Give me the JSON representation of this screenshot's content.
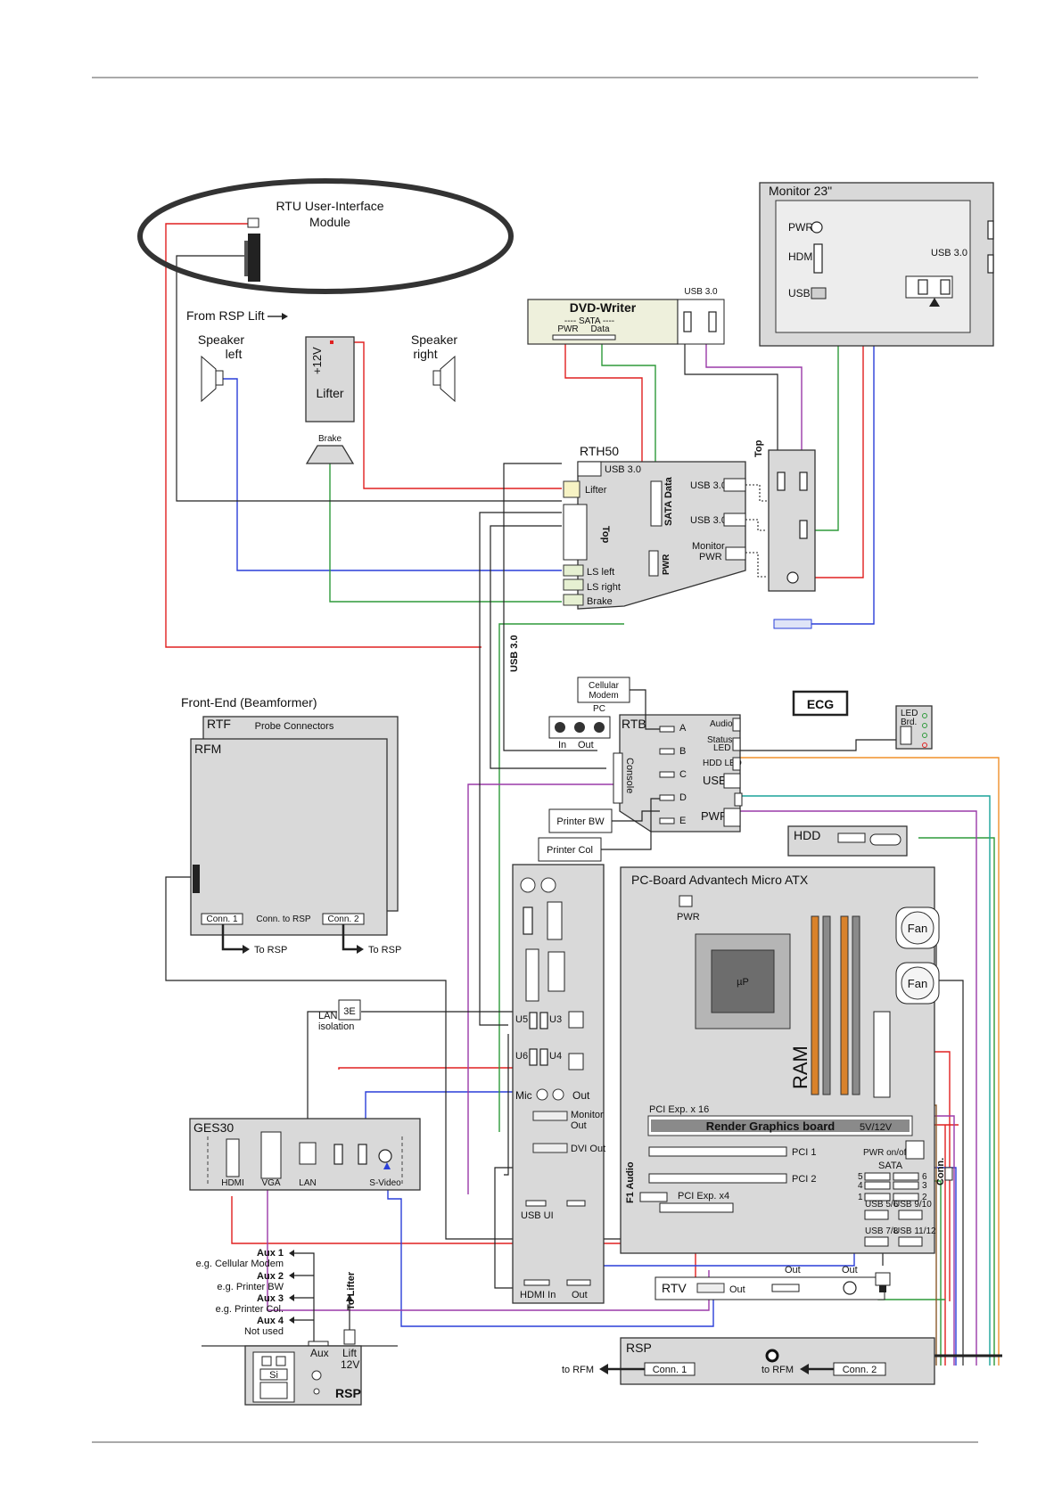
{
  "labels": {
    "rtu": "RTU User-Interface",
    "rtu2": "Module",
    "from_rsp_lift": "From RSP Lift",
    "speaker_left": "Speaker",
    "speaker_left2": "left",
    "speaker_right": "Speaker",
    "speaker_right2": "right",
    "plus12v": "+12V",
    "lifter": "Lifter",
    "brake": "Brake",
    "dvd_writer": "DVD-Writer",
    "sata_top": "---- SATA ----",
    "pwr_small": "PWR",
    "data_small": "Data",
    "usb30_dvd": "USB 3.0",
    "monitor": "Monitor 23\"",
    "pwr": "PWR",
    "hdmi": "HDMI",
    "usb": "USB",
    "usb30_mon": "USB 3.0",
    "rth50": "RTH50",
    "rth_usb30": "USB 3.0",
    "rth_lifter": "Lifter",
    "rth_top": "Top",
    "sata_data": "SATA Data",
    "pwr_rot": "PWR",
    "ls_left": "LS left",
    "ls_right": "LS right",
    "rth_brake": "Brake",
    "usb30_a": "USB 3.0",
    "usb30_b": "USB 3.0",
    "monitor_pwr": "Monitor",
    "monitor_pwr2": "PWR",
    "hub_top": "Top",
    "usb30_vertical": "USB 3.0",
    "cellular": "Cellular",
    "cellular2": "Modem",
    "ecg": "ECG",
    "led_brd": "LED",
    "led_brd2": "Brd.",
    "pc": "PC",
    "in": "In",
    "out": "Out",
    "rtb": "RTB",
    "console": "Console",
    "rtb_a": "A",
    "rtb_b": "B",
    "rtb_c": "C",
    "rtb_d": "D",
    "rtb_e": "E",
    "audio": "Audio",
    "status_led": "Status",
    "status_led2": "LED",
    "hdd_led": "HDD LED",
    "rtb_usb": "USB",
    "rtb_pwr": "PWR",
    "printer_bw": "Printer BW",
    "printer_col": "Printer Col",
    "hdd": "HDD",
    "front_end": "Front-End (Beamformer)",
    "rtf": "RTF",
    "probe_connectors": "Probe Connectors",
    "rfm": "RFM",
    "conn1": "Conn. 1",
    "conn_to_rsp": "Conn. to RSP",
    "conn2": "Conn. 2",
    "to_rsp1": "To RSP",
    "to_rsp2": "To RSP",
    "pc_board": "PC-Board Advantech Micro ATX",
    "pcb_pwr": "PWR",
    "up": "µP",
    "fan1": "Fan",
    "fan2": "Fan",
    "ram": "RAM",
    "pci_x16": "PCI Exp. x 16",
    "render": "Render Graphics board",
    "v5_12": "5V/12V",
    "pci1": "PCI 1",
    "pci2": "PCI 2",
    "pwr_onoff": "PWR on/off",
    "sata": "SATA",
    "conn_rot": "Conn.",
    "f1_audio": "F1 Audio",
    "pci_x4": "PCI Exp. x4",
    "usb56": "USB 5/6",
    "usb910": "USB 9/10",
    "usb78": "USB 7/8",
    "usb1112": "USB 11/12",
    "sata_5": "5",
    "sata_6": "6",
    "sata_4": "4",
    "sata_3": "3",
    "sata_1": "1",
    "sata_2": "2",
    "lan_isolation": "LAN",
    "lan_isolation2": "isolation",
    "u5": "U5",
    "u3": "U3",
    "u6": "U6",
    "u4": "U4",
    "mic": "Mic",
    "io_out": "Out",
    "monitor_out": "Monitor",
    "monitor_out2": "Out",
    "dvi_out": "DVI Out",
    "usb_ui": "USB UI",
    "hdmi_in": "HDMI In",
    "hdmi_out": "Out",
    "ges30": "GES30",
    "ges_hdmi": "HDMI",
    "ges_vga": "VGA",
    "ges_lan": "LAN",
    "ges_svideo": "S-Video",
    "rtv": "RTV",
    "rtv_out1": "Out",
    "rtv_out2": "Out",
    "rtv_out3": "Out",
    "aux1": "Aux 1",
    "aux1_eg": "e.g. Cellular Modem",
    "aux2": "Aux 2",
    "aux2_eg": "e.g. Printer BW",
    "aux3": "Aux 3",
    "aux3_eg": "e.g. Printer Col.",
    "aux4": "Aux 4",
    "aux4_eg": "Not used",
    "to_lifter": "To Lifter",
    "aux": "Aux",
    "lift": "Lift",
    "lift12v": "12V",
    "rsp_small": "RSP",
    "si": "Si",
    "rsp": "RSP",
    "rsp_conn1": "Conn. 1",
    "rsp_conn2": "Conn. 2",
    "to_rfm1": "to RFM",
    "to_rfm2": "to RFM"
  },
  "colors": {
    "red": "#e02020",
    "blue": "#2a3fd8",
    "green": "#2e9a3a",
    "purple": "#9a3aa8",
    "orange": "#f0902a",
    "teal": "#1aa39a",
    "brown": "#8a5a2a",
    "ram_orange": "#d9822b"
  }
}
